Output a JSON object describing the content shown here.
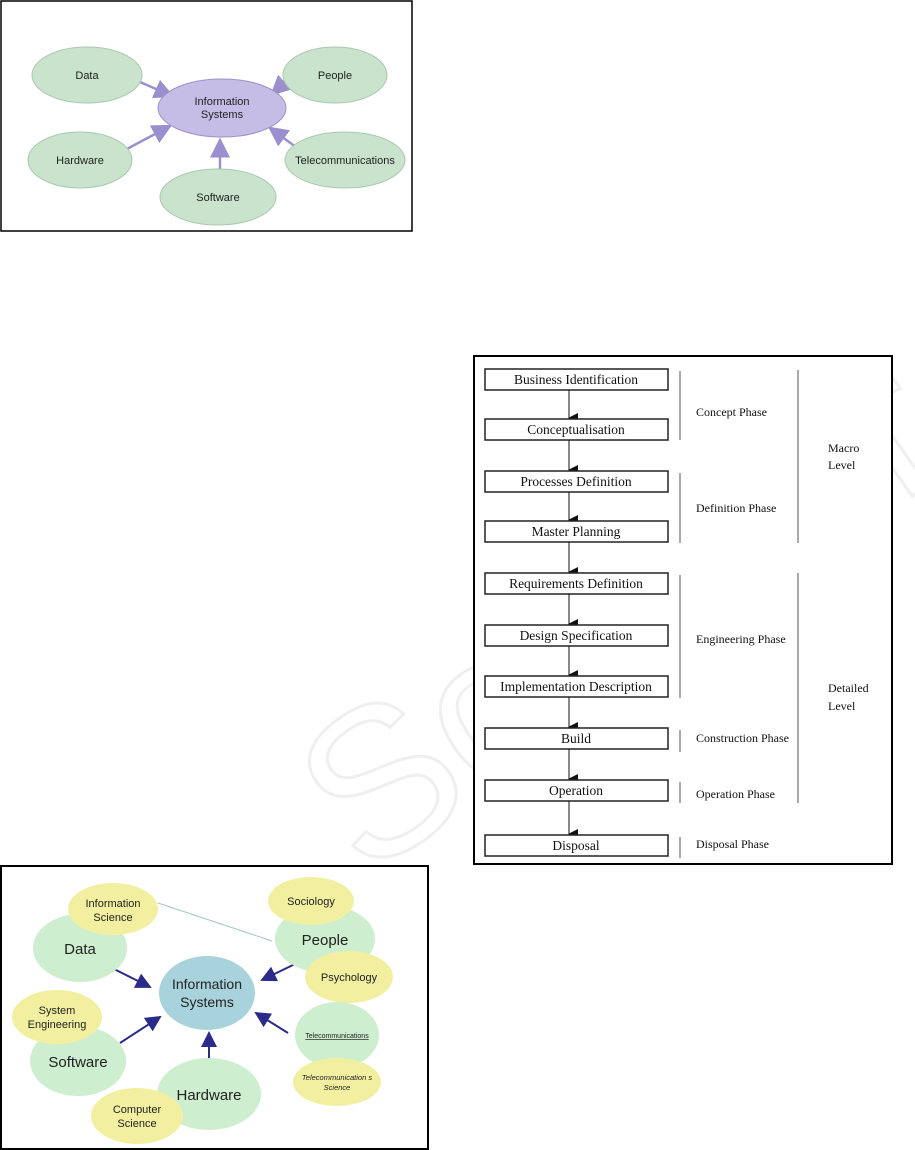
{
  "figure1": {
    "center": [
      "Information",
      "Systems"
    ],
    "nodes": [
      "Data",
      "People",
      "Hardware",
      "Telecommunications",
      "Software"
    ]
  },
  "figure2": {
    "steps": [
      "Business Identification",
      "Conceptualisation",
      "Processes Definition",
      "Master Planning",
      "Requirements Definition",
      "Design Specification",
      "Implementation Description",
      "Build",
      "Operation",
      "Disposal"
    ],
    "phases": [
      "Concept Phase",
      "Definition Phase",
      "Engineering Phase",
      "Construction Phase",
      "Operation Phase",
      "Disposal Phase"
    ],
    "levels": {
      "macro": [
        "Macro",
        "Level"
      ],
      "detailed": [
        "Detailed",
        "Level"
      ]
    }
  },
  "figure3": {
    "center": [
      "Information",
      "Systems"
    ],
    "main_nodes": [
      "Data",
      "People",
      "Software",
      "Hardware",
      "Telecommunications"
    ],
    "disciplines": {
      "info_science": [
        "Information",
        "Science"
      ],
      "sociology": "Sociology",
      "psychology": "Psychology",
      "system_engineering": [
        "System",
        "Engineering"
      ],
      "computer_science": [
        "Computer",
        "Science"
      ],
      "telecom_science": [
        "Telecommunication s",
        "Science"
      ]
    }
  },
  "colors": {
    "green": "#cfe8cf",
    "purple": "#c6bde6",
    "blue": "#a9d3dc",
    "yellow": "#f2f0a0"
  }
}
